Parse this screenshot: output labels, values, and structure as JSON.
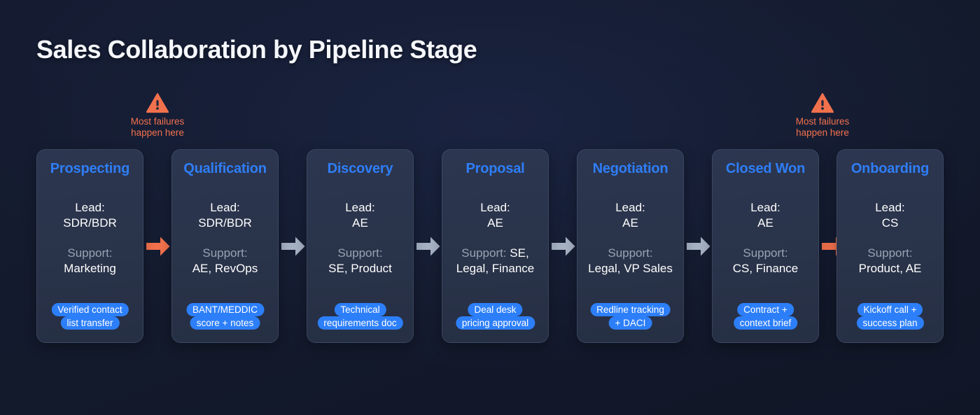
{
  "title": "Sales Collaboration by Pipeline Stage",
  "colors": {
    "background": "#141b30",
    "card_bg": "#2a3449",
    "card_title": "#2f7ef7",
    "badge_bg": "#2d7ff9",
    "arrow_orange": "#f2714d",
    "arrow_gray": "#a6b2c4",
    "warning": "#f2714d",
    "muted_text": "#9aa3b4"
  },
  "labels": {
    "lead": "Lead:",
    "support": "Support:"
  },
  "stages": [
    {
      "name": "Prospecting",
      "lead": "SDR/BDR",
      "support": "Marketing",
      "support_inline": false,
      "badge": "Verified contact list transfer",
      "badge_lines": [
        "Verified contact",
        "list transfer"
      ]
    },
    {
      "name": "Qualification",
      "lead": "SDR/BDR",
      "support": "AE, RevOps",
      "support_inline": false,
      "badge": "BANT/MEDDIC score + notes",
      "badge_lines": [
        "BANT/MEDDIC",
        "score + notes"
      ]
    },
    {
      "name": "Discovery",
      "lead": "AE",
      "support": "SE, Product",
      "support_inline": false,
      "badge": "Technical requirements doc",
      "badge_lines": [
        "Technical",
        "requirements doc"
      ]
    },
    {
      "name": "Proposal",
      "lead": "AE",
      "support": "SE, Legal, Finance",
      "support_inline": true,
      "support_line1": "SE,",
      "support_line2": "Legal, Finance",
      "badge": "Deal desk pricing approval",
      "badge_lines": [
        "Deal desk",
        "pricing approval"
      ]
    },
    {
      "name": "Negotiation",
      "lead": "AE",
      "support": "Legal, VP Sales",
      "support_inline": false,
      "badge": "Redline tracking + DACI",
      "badge_lines": [
        "Redline tracking",
        "+ DACI"
      ]
    },
    {
      "name": "Closed Won",
      "lead": "AE",
      "support": "CS, Finance",
      "support_inline": false,
      "badge": "Contract + context brief",
      "badge_lines": [
        "Contract +",
        "context brief"
      ]
    },
    {
      "name": "Onboarding",
      "lead": "CS",
      "support": "Product, AE",
      "support_inline": false,
      "badge": "Kickoff call + success plan",
      "badge_lines": [
        "Kickoff call +",
        "success plan"
      ]
    }
  ],
  "arrows": [
    {
      "from": "Prospecting",
      "to": "Qualification",
      "highlight": true
    },
    {
      "from": "Qualification",
      "to": "Discovery",
      "highlight": false
    },
    {
      "from": "Discovery",
      "to": "Proposal",
      "highlight": false
    },
    {
      "from": "Proposal",
      "to": "Negotiation",
      "highlight": false
    },
    {
      "from": "Negotiation",
      "to": "Closed Won",
      "highlight": false
    },
    {
      "from": "Closed Won",
      "to": "Onboarding",
      "highlight": true
    }
  ],
  "annotations": [
    {
      "icon": "warning-triangle-icon",
      "line1": "Most failures",
      "line2": "happen here",
      "over_stage": "Qualification"
    },
    {
      "icon": "warning-triangle-icon",
      "line1": "Most failures",
      "line2": "happen here",
      "over_stage": "Onboarding"
    }
  ]
}
